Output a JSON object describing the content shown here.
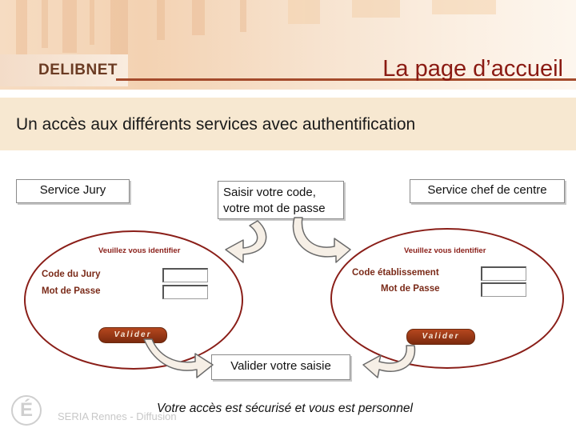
{
  "header": {
    "brand": "DELIBNET",
    "title": "La page d’accueil"
  },
  "subtitle": "Un accès aux différents services avec authentification",
  "boxes": {
    "jury": "Service Jury",
    "codes_line1": "Saisir votre code,",
    "codes_line2": "votre mot de passe",
    "chef": "Service chef de centre",
    "valider": "Valider votre saisie"
  },
  "login_jury": {
    "prompt": "Veuillez vous identifier",
    "field1": "Code du Jury",
    "field2": "Mot de Passe",
    "button": "Valider"
  },
  "login_centre": {
    "prompt": "Veuillez vous identifier",
    "field1": "Code établissement",
    "field2": "Mot de Passe",
    "button": "Valider"
  },
  "footer": {
    "note": "Votre accès est sécurisé et vous est personnel",
    "source": "SERIA Rennes - Diffusion",
    "logo_glyph": "É"
  },
  "colors": {
    "accent": "#8a1e18",
    "band": "#f7e8d1"
  }
}
